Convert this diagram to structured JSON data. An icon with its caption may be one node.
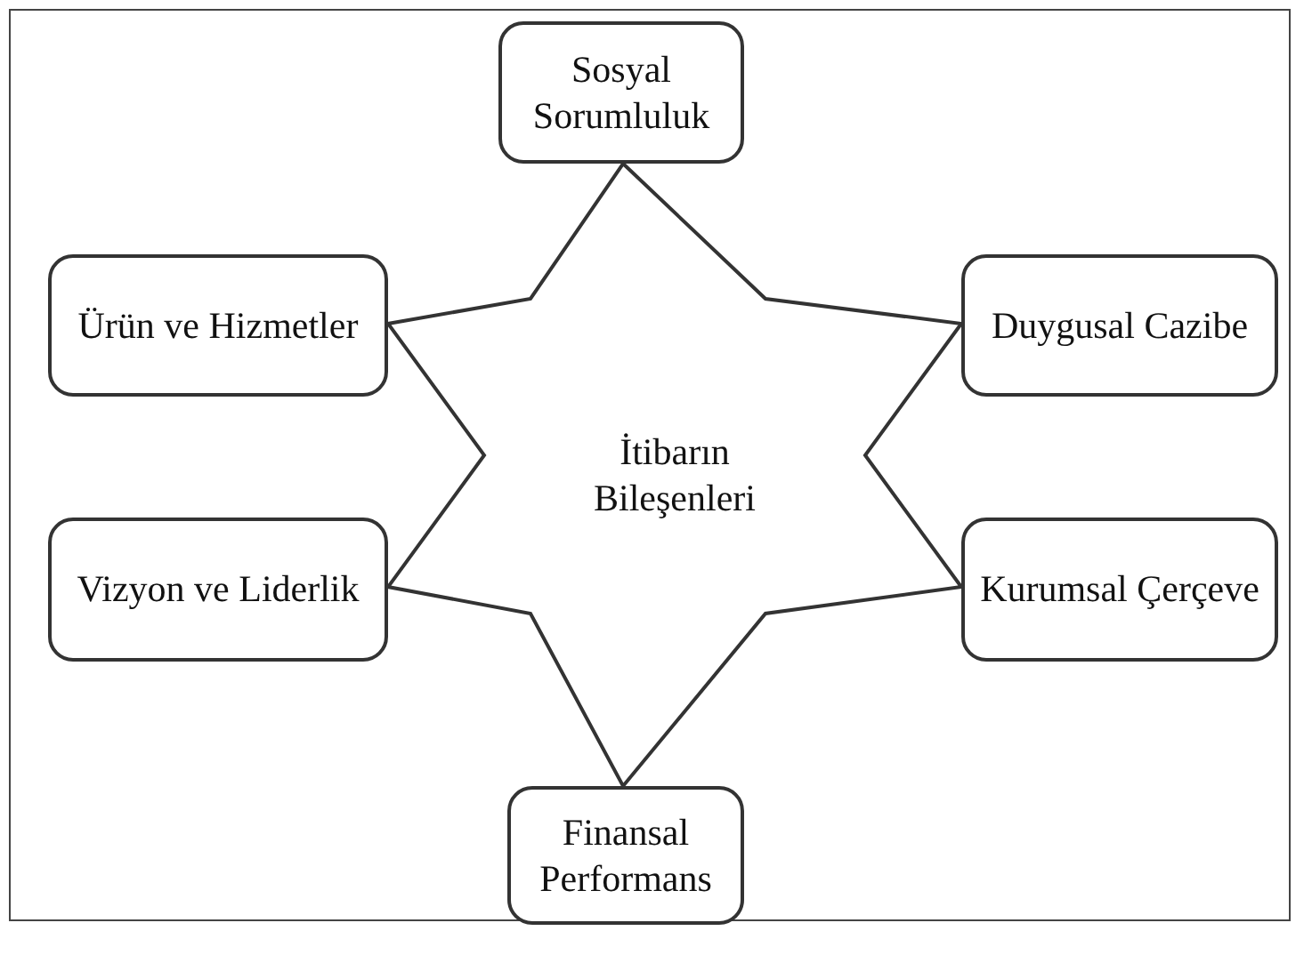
{
  "diagram": {
    "nodes": [
      {
        "text": [
          "İtibarın Bileşenleri"
        ]
      },
      {
        "text": [
          "Sosyal Sorumluluk"
        ]
      },
      {
        "text": [
          "Ürün ve Hizmetler"
        ]
      },
      {
        "text": [
          "Duygusal Cazibe"
        ]
      },
      {
        "text": [
          "Vizyon ve Liderlik"
        ]
      },
      {
        "text": [
          "Kurumsal Çerçeve"
        ]
      },
      {
        "text": [
          "Finansal Performans"
        ]
      }
    ]
  }
}
